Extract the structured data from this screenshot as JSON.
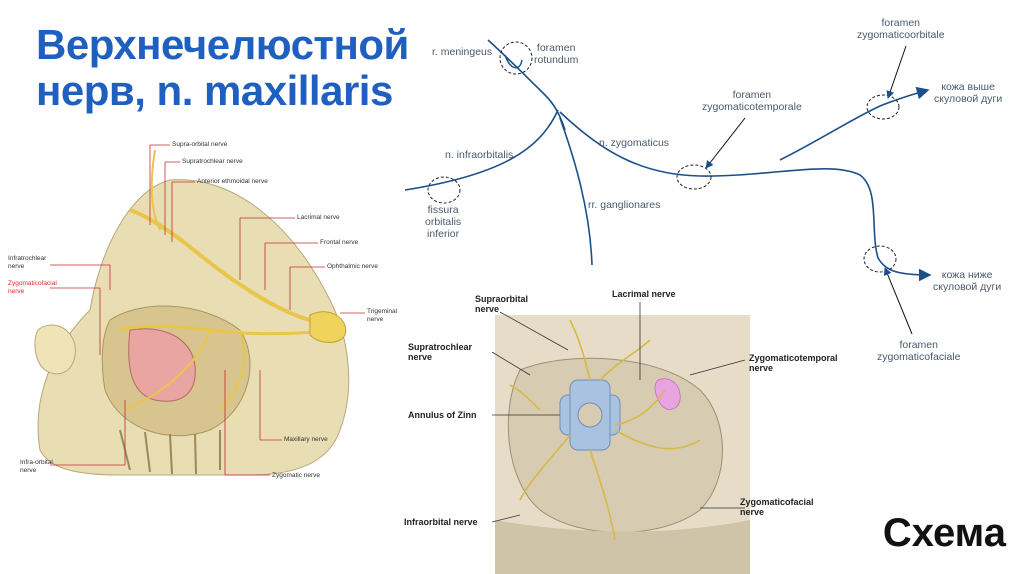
{
  "title": {
    "line1": "Верхнечелюстной",
    "line2": "нерв, n. maxillaris"
  },
  "schema_word": "Схема",
  "scheme": {
    "r_meningeus": "r. meningeus",
    "foramen_rotundum_1": "foramen",
    "foramen_rotundum_2": "rotundum",
    "foramen_zt_1": "foramen",
    "foramen_zt_2": "zygomaticotemporale",
    "foramen_zo_1": "foramen",
    "foramen_zo_2": "zygomaticoorbitale",
    "skin_above_1": "кожа выше",
    "skin_above_2": "скуловой дуги",
    "n_infraorbitalis": "n. infraorbitalis",
    "n_zygomaticus": "n. zygomaticus",
    "fissura_1": "fissura",
    "fissura_2": "orbitalis",
    "fissura_3": "inferior",
    "rr_ganglionares": "rr. ganglionares",
    "skin_below_1": "кожа ниже",
    "skin_below_2": "скуловой дуги",
    "foramen_zf_1": "foramen",
    "foramen_zf_2": "zygomaticofaciale"
  },
  "skull": {
    "supraorbital": "Supra-orbital nerve",
    "supratrochlear": "Supratrochlear nerve",
    "anterior_ethmoidal": "Anterior ethmoidal nerve",
    "lacrimal": "Lacrimal nerve",
    "frontal": "Frontal nerve",
    "ophthalmic": "Ophthalmic nerve",
    "trigeminal_1": "Trigeminal",
    "trigeminal_2": "nerve",
    "infratrochlear_1": "Infratrochlear",
    "infratrochlear_2": "nerve",
    "zygomaticofacial_1": "Zygomaticofacial",
    "zygomaticofacial_2": "nerve",
    "maxillary": "Maxillary nerve",
    "infraorbital_1": "Infra-orbital",
    "infraorbital_2": "nerve",
    "zygomatic": "Zygomatic nerve"
  },
  "orbit": {
    "supraorbital_1": "Supraorbital",
    "supraorbital_2": "nerve",
    "lacrimal": "Lacrimal nerve",
    "supratrochlear_1": "Supratrochlear",
    "supratrochlear_2": "nerve",
    "zygomaticotemporal_1": "Zygomaticotemporal",
    "zygomaticotemporal_2": "nerve",
    "annulus": "Annulus of Zinn",
    "zygomaticofacial_1": "Zygomaticofacial",
    "zygomaticofacial_2": "nerve",
    "infraorbital": "Infraorbital nerve"
  },
  "colors": {
    "title_blue": "#1f5fbf",
    "diagram_line": "#1a4f8a",
    "nerve_yellow": "#e8c64a",
    "red_label": "#d03030"
  }
}
